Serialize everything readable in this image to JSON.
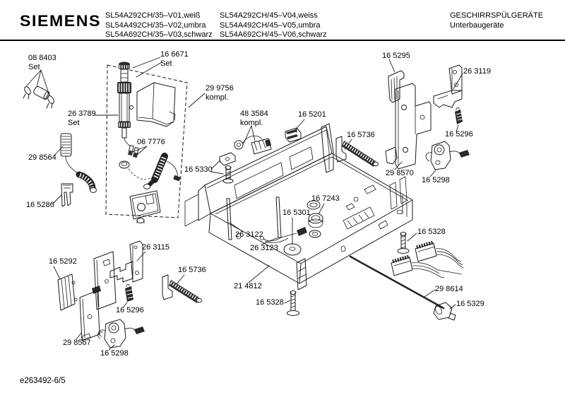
{
  "header": {
    "brand": "SIEMENS",
    "models_left": [
      "SL54A292CH/35–V01,weiß",
      "SL54A492CH/35–V02,umbra",
      "SL54A692CH/35–V03,schwarz"
    ],
    "models_right": [
      "SL54A292CH/45–V04,weiss",
      "SL54A492CH/45–V05,umbra",
      "SL54A692CH/45–V06,schwarz"
    ],
    "category": "GESCHIRRSPÜLGERÄTE",
    "subcategory": "Unterbaugeräte"
  },
  "footer": {
    "doc_ref": "e263492-6/5"
  },
  "diagram": {
    "labels": [
      {
        "id": "08-8403",
        "text": "08 8403",
        "sub": "Set"
      },
      {
        "id": "16-6671",
        "text": "16 6671",
        "sub": "Set"
      },
      {
        "id": "26-3789",
        "text": "26 3789",
        "sub": "Set"
      },
      {
        "id": "29-9756",
        "text": "29 9756",
        "sub": "kompl."
      },
      {
        "id": "48-3584",
        "text": "48 3584",
        "sub": "kompl."
      },
      {
        "id": "16-5201",
        "text": "16 5201"
      },
      {
        "id": "16-5295",
        "text": "16 5295"
      },
      {
        "id": "26-3119",
        "text": "26 3119"
      },
      {
        "id": "16-5736-top",
        "text": "16 5736"
      },
      {
        "id": "16-5296-right",
        "text": "16 5296"
      },
      {
        "id": "06-7776",
        "text": "06 7776"
      },
      {
        "id": "29-8564",
        "text": "29 8564"
      },
      {
        "id": "16-5330",
        "text": "16 5330"
      },
      {
        "id": "29-8570",
        "text": "29 8570"
      },
      {
        "id": "16-5298-right",
        "text": "16 5298"
      },
      {
        "id": "16-5286",
        "text": "16 5286"
      },
      {
        "id": "16-7243",
        "text": "16 7243"
      },
      {
        "id": "16-5301",
        "text": "16 5301"
      },
      {
        "id": "26-3122",
        "text": "26 3122"
      },
      {
        "id": "26-3123",
        "text": "26 3123"
      },
      {
        "id": "16-5328-right",
        "text": "16 5328"
      },
      {
        "id": "16-5292",
        "text": "16 5292"
      },
      {
        "id": "26-3115",
        "text": "26 3115"
      },
      {
        "id": "16-5736-bottom",
        "text": "16 5736"
      },
      {
        "id": "21-4812",
        "text": "21 4812"
      },
      {
        "id": "16-5328-bottom",
        "text": "16 5328"
      },
      {
        "id": "29-8614",
        "text": "29 8614"
      },
      {
        "id": "16-5329",
        "text": "16 5329"
      },
      {
        "id": "16-5296-bottom",
        "text": "16 5296"
      },
      {
        "id": "29-8567",
        "text": "29 8567"
      },
      {
        "id": "16-5298-bottom",
        "text": "16 5298"
      }
    ]
  }
}
